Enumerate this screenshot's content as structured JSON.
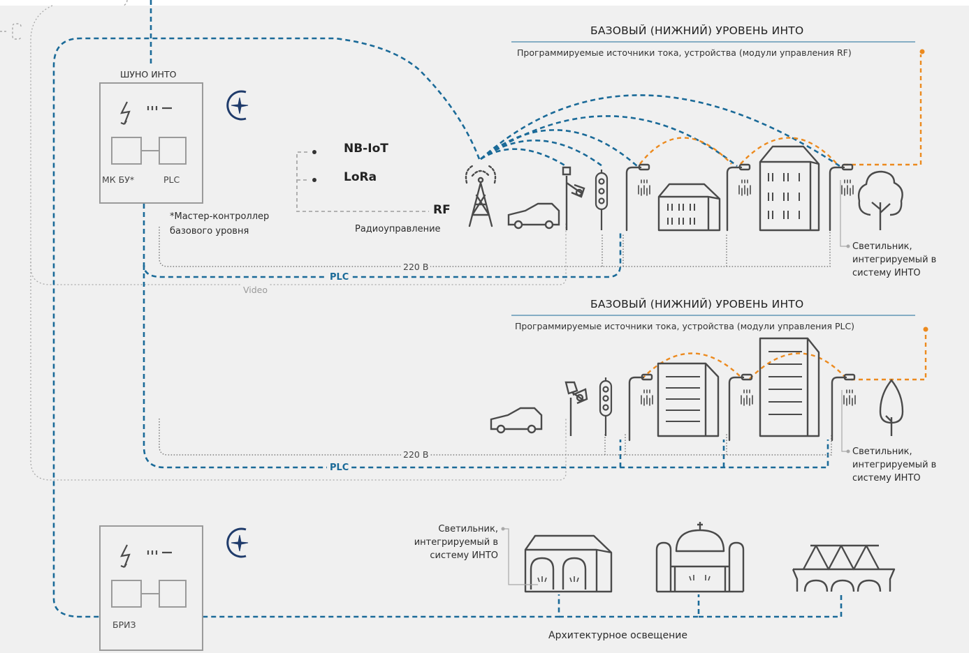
{
  "colors": {
    "background": "#f0f0f0",
    "blue_line": "#1a6a98",
    "orange_line": "#ec8a1e",
    "gray_line": "#a8a8a8",
    "icon": "#4a4a4a"
  },
  "section1": {
    "title": "БАЗОВЫЙ (НИЖНИЙ) УРОВЕНЬ ИНТО",
    "subtitle": "Программируемые источники тока, устройства (модули управления RF)",
    "bus_220": "220 В",
    "bus_plc": "PLC",
    "video": "Video",
    "lamp_note": [
      "Светильник,",
      "интегрируемый в",
      "систему ИНТО"
    ]
  },
  "section2": {
    "title": "БАЗОВЫЙ (НИЖНИЙ) УРОВЕНЬ ИНТО",
    "subtitle": "Программируемые источники тока, устройства (модули управления PLC)",
    "bus_220": "220 В",
    "bus_plc": "PLC",
    "lamp_note": [
      "Светильник,",
      "интегрируемый в",
      "систему ИНТО"
    ]
  },
  "shuno": {
    "title": "ШУНО ИНТО",
    "mk_label": "МК БУ*",
    "plc_label": "PLC",
    "footnote": [
      "*Мастер-контроллер",
      "базового уровня"
    ]
  },
  "radio": {
    "nbiot": "NB-IoT",
    "lora": "LoRa",
    "rf": "RF",
    "rf_caption": "Радиоуправление"
  },
  "briz": {
    "label": "БРИЗ"
  },
  "arch": {
    "caption": "Архитектурное освещение",
    "lamp_note": [
      "Светильник,",
      "интегрируемый в",
      "систему ИНТО"
    ]
  },
  "icons": [
    "lightning-icon",
    "meter-icon",
    "logo-icon",
    "antenna-tower-icon",
    "car-icon",
    "camera-pole-icon",
    "traffic-light-icon",
    "street-lamp-icon",
    "building-icon",
    "tree-icon",
    "church-icon",
    "bridge-icon"
  ]
}
